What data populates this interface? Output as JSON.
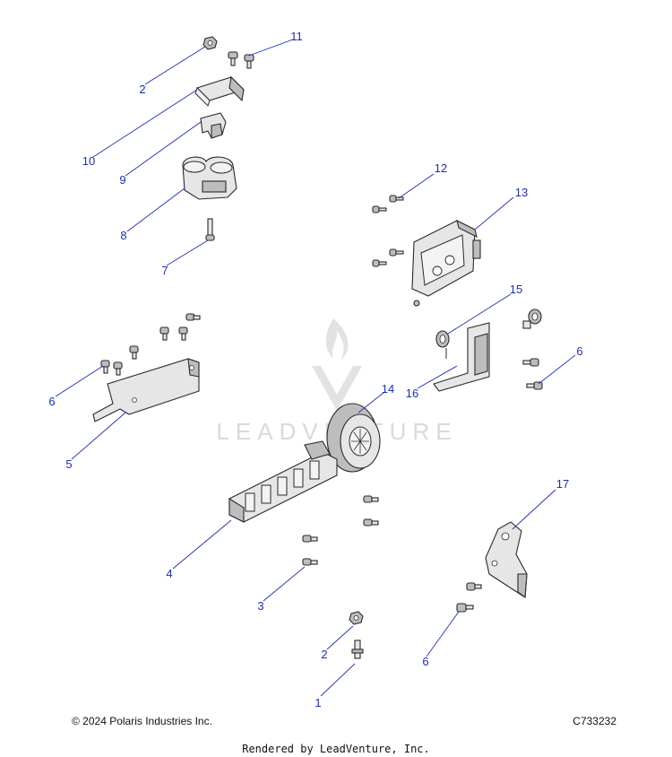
{
  "watermark": {
    "text": "LEADVENTURE"
  },
  "callouts": [
    "1",
    "2",
    "3",
    "4",
    "5",
    "6",
    "7",
    "8",
    "9",
    "10",
    "11",
    "12",
    "13",
    "14",
    "15",
    "16",
    "17"
  ],
  "footer": {
    "copyright": "© 2024 Polaris Industries Inc.",
    "diagram_code": "C733232",
    "rendered_by": "Rendered by LeadVenture, Inc."
  }
}
